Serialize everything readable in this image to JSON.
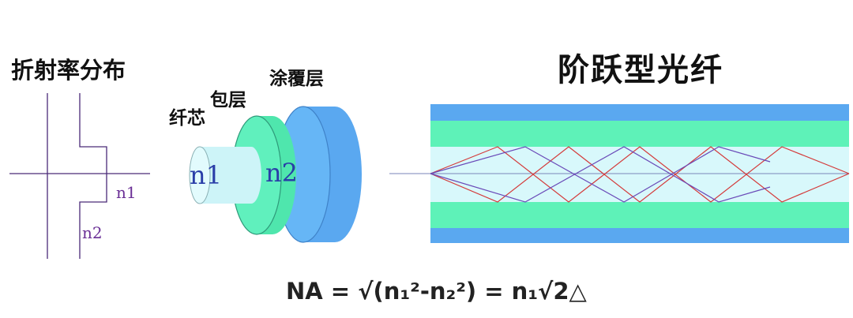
{
  "labels": {
    "profile_title": "折射率分布",
    "core": "纤芯",
    "cladding": "包层",
    "coating": "涂覆层",
    "main_title": "阶跃型光纤",
    "n1_profile": "n1",
    "n2_profile": "n2",
    "n1_3d": "n1",
    "n2_3d": "n2"
  },
  "formula": "NA = √(n₁²-n₂²) =  n₁√2△",
  "colors": {
    "coating": "#5aa8f0",
    "cladding": "#5ef2b8",
    "core": "#d8f8fb",
    "profile_line": "#4a2a78",
    "ray_red": "#d43a3a",
    "ray_purple": "#6a4ab8"
  }
}
